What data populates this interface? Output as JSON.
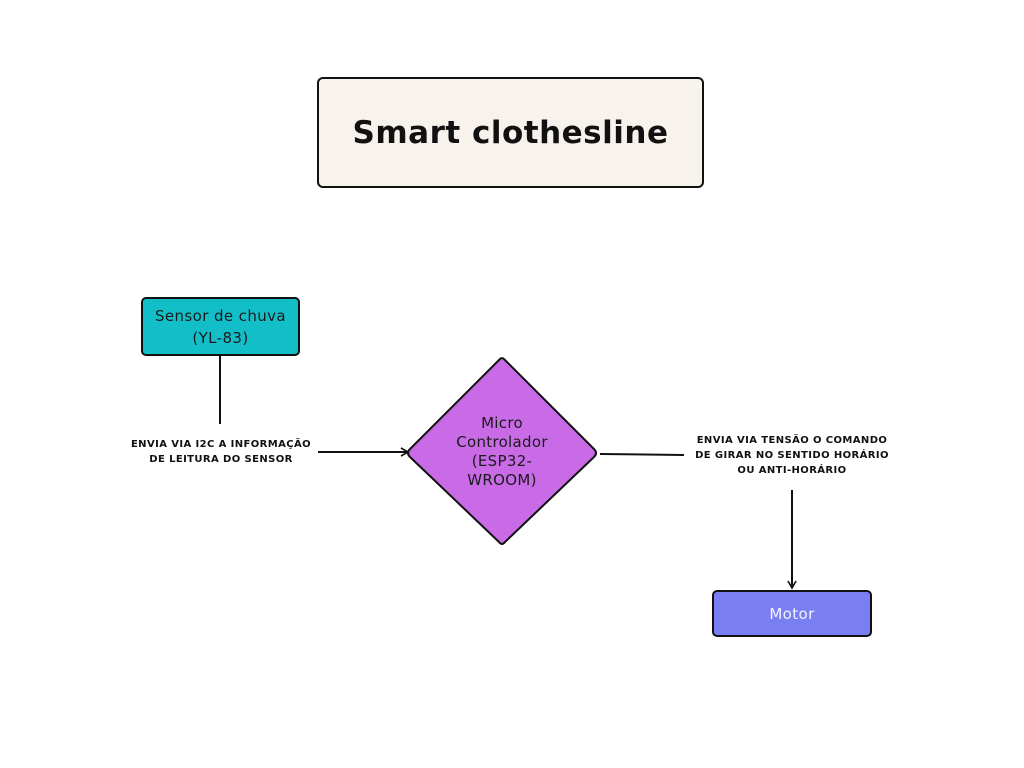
{
  "title": "Smart clothesline",
  "nodes": {
    "sensor": "Sensor de chuva (YL-83)",
    "controller": [
      "Micro",
      "Controlador",
      "(ESP32-",
      "WROOM)"
    ],
    "motor": "Motor"
  },
  "edges": {
    "sensor_to_controller": [
      "ENVIA VIA I2C A INFORMAÇÃO",
      "DE LEITURA DO SENSOR"
    ],
    "controller_to_motor": [
      "ENVIA VIA TENSÃO O COMANDO",
      "DE GIRAR NO SENTIDO HORÁRIO",
      "OU ANTI-HORÁRIO"
    ]
  },
  "colors": {
    "title_bg": "#f7f3ec",
    "sensor": "#12bfc9",
    "controller": "#c96ae6",
    "motor": "#7a7ef3",
    "stroke": "#111111"
  }
}
